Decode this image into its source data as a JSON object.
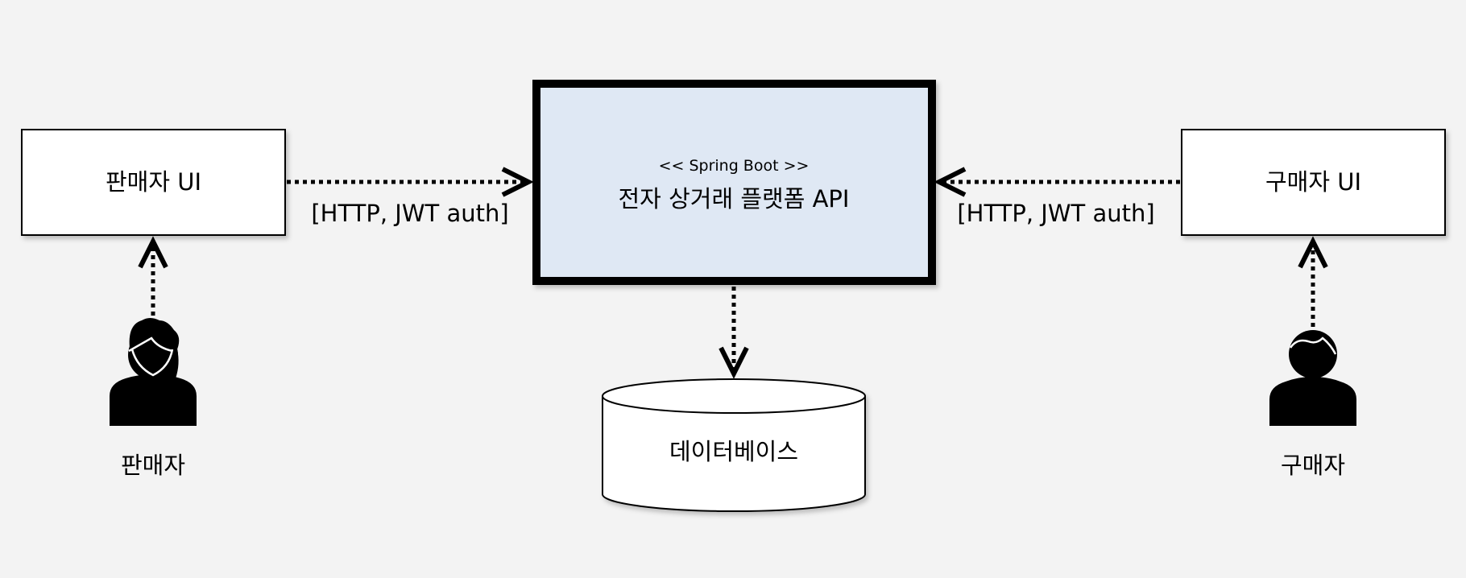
{
  "nodes": {
    "seller_ui": {
      "label": "판매자 UI"
    },
    "api": {
      "stereotype": "<< Spring Boot >>",
      "label": "전자 상거래 플랫폼 API"
    },
    "buyer_ui": {
      "label": "구매자 UI"
    },
    "database": {
      "label": "데이터베이스"
    },
    "seller_actor": {
      "label": "판매자",
      "icon": "female-user-icon"
    },
    "buyer_actor": {
      "label": "구매자",
      "icon": "male-user-icon"
    }
  },
  "edges": {
    "seller_to_api": {
      "label": "[HTTP, JWT auth]"
    },
    "buyer_to_api": {
      "label": "[HTTP, JWT auth]"
    }
  },
  "colors": {
    "background": "#f3f3f3",
    "api_fill": "#dfe8f4",
    "box_fill": "#ffffff",
    "stroke": "#000000"
  }
}
